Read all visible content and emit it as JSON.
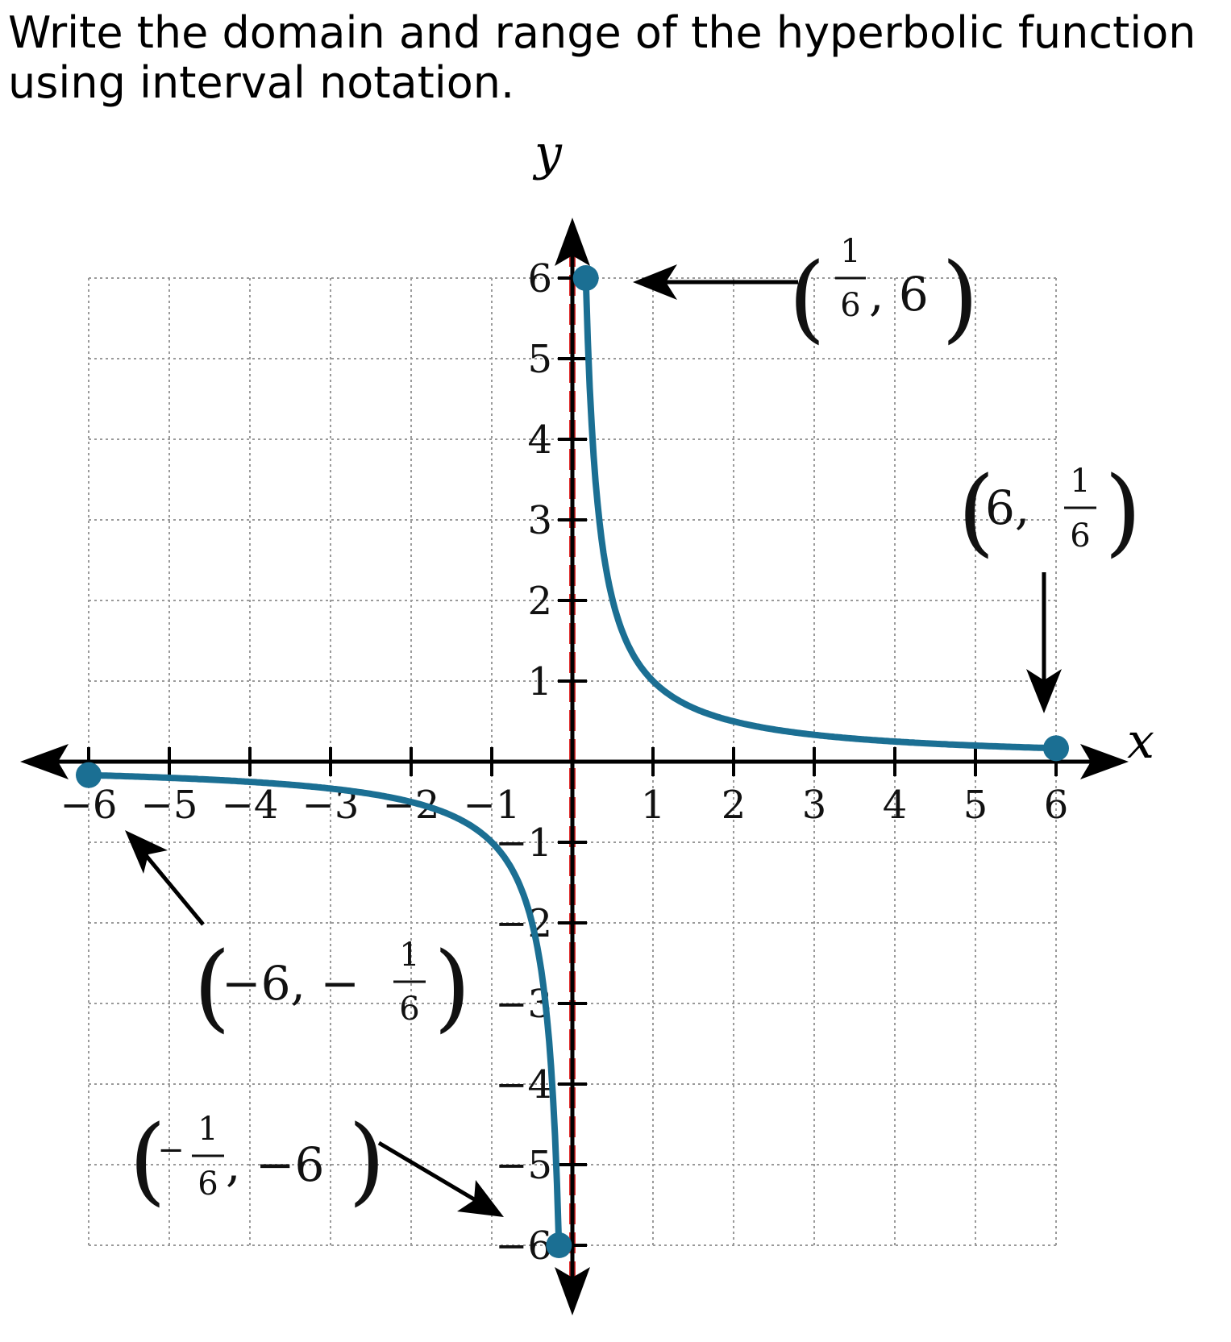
{
  "question": {
    "line1": "Write the domain and range of the hyperbolic function",
    "line2": "using interval notation."
  },
  "colors": {
    "curve": "#1b6f93",
    "asymptote": "#e03030",
    "grid": "#9a9a9a",
    "axis": "#000000"
  },
  "chart_data": {
    "type": "line",
    "xlabel": "x",
    "ylabel": "y",
    "xlim": [
      -6,
      6
    ],
    "ylim": [
      -6,
      6
    ],
    "grid": true,
    "x_ticks": [
      "−6",
      "−5",
      "−4",
      "−3",
      "−2",
      "−1",
      "1",
      "2",
      "3",
      "4",
      "5",
      "6"
    ],
    "y_ticks": [
      "6",
      "5",
      "4",
      "3",
      "2",
      "1",
      "−1",
      "−2",
      "−3",
      "−4",
      "−5",
      "−6"
    ],
    "asymptote_x": 0,
    "series": [
      {
        "function": "y = 1/x",
        "x": [
          0.1667,
          0.2,
          0.25,
          0.3333,
          0.5,
          0.75,
          1,
          1.5,
          2,
          3,
          4,
          5,
          6
        ],
        "y": [
          6,
          5,
          4,
          3,
          2,
          1.3333,
          1,
          0.6667,
          0.5,
          0.3333,
          0.25,
          0.2,
          0.1667
        ]
      },
      {
        "function": "y = 1/x",
        "x": [
          -6,
          -5,
          -4,
          -3,
          -2,
          -1.5,
          -1,
          -0.75,
          -0.5,
          -0.3333,
          -0.25,
          -0.2,
          -0.1667
        ],
        "y": [
          -0.1667,
          -0.2,
          -0.25,
          -0.3333,
          -0.5,
          -0.6667,
          -1,
          -1.3333,
          -2,
          -3,
          -4,
          -5,
          -6
        ]
      }
    ],
    "points": [
      {
        "x": 0.1667,
        "y": 6,
        "label": "(1/6, 6)"
      },
      {
        "x": 6,
        "y": 0.1667,
        "label": "(6, 1/6)"
      },
      {
        "x": -6,
        "y": -0.1667,
        "label": "(−6, −1/6)"
      },
      {
        "x": -0.1667,
        "y": -6,
        "label": "(−1/6, −6)"
      }
    ],
    "annotations": {
      "p1": {
        "lparen": "(",
        "num": "1",
        "den": "6",
        "rest": ", 6",
        "rparen": ")"
      },
      "p2": {
        "lparen": "(",
        "pre": "6,",
        "num": "1",
        "den": "6",
        "rparen": ")"
      },
      "p3": {
        "lparen": "(",
        "pre": "−6, −",
        "num": "1",
        "den": "6",
        "rparen": ")"
      },
      "p4": {
        "lparen": "(",
        "sign": "−",
        "num": "1",
        "den": "6",
        "rest": ", −6",
        "rparen": ")"
      }
    }
  }
}
